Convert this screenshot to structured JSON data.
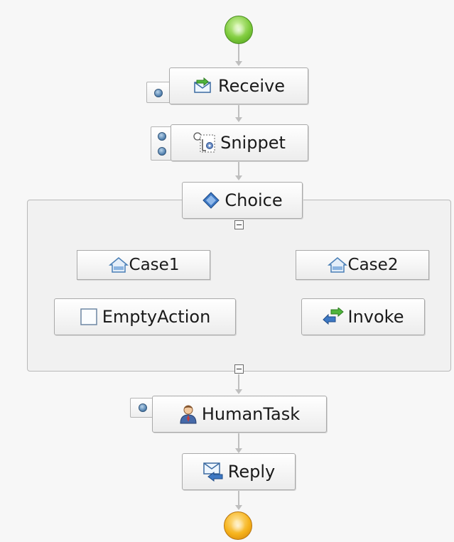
{
  "process": {
    "nodes": {
      "receive": {
        "label": "Receive",
        "icon": "receive-icon"
      },
      "snippet": {
        "label": "Snippet",
        "icon": "snippet-icon"
      },
      "choice": {
        "label": "Choice",
        "icon": "choice-diamond-icon"
      },
      "case1": {
        "label": "Case1",
        "icon": "case-icon"
      },
      "case2": {
        "label": "Case2",
        "icon": "case-icon"
      },
      "empty_action": {
        "label": "EmptyAction",
        "icon": "empty-action-icon"
      },
      "invoke": {
        "label": "Invoke",
        "icon": "invoke-icon"
      },
      "human_task": {
        "label": "HumanTask",
        "icon": "human-task-icon"
      },
      "reply": {
        "label": "Reply",
        "icon": "reply-icon"
      }
    },
    "start": {
      "icon": "start-node-icon"
    },
    "end": {
      "icon": "end-node-icon"
    },
    "colors": {
      "start": "#7ecb3c",
      "end": "#f6b31c",
      "connector": "#bdbdbd",
      "annotation_dot": "#4c7cab"
    }
  }
}
